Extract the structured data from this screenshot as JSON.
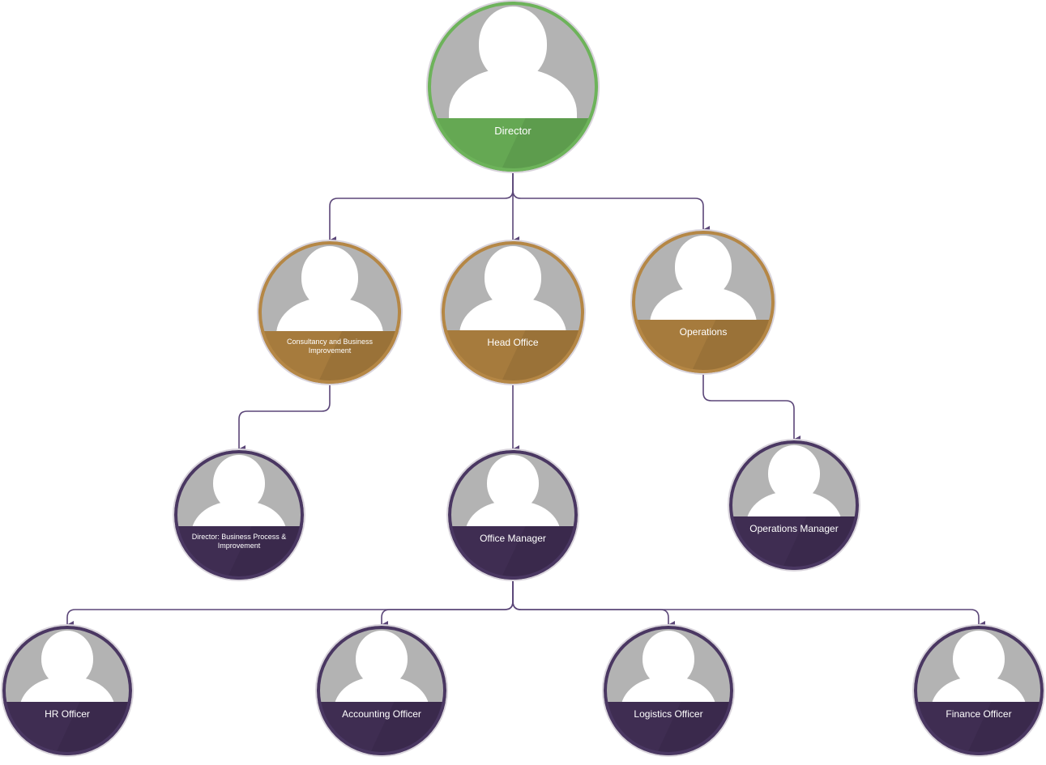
{
  "title": "Organization Chart",
  "colors": {
    "level1": "#65a853",
    "level2": "#a67b3d",
    "level3": "#3f2d52",
    "connector": "#5b4678"
  },
  "nodes": [
    {
      "id": "director",
      "label": "Director",
      "level": 1
    },
    {
      "id": "consultancy",
      "label": "Consultancy and Business Improvement",
      "level": 2
    },
    {
      "id": "head-office",
      "label": "Head Office",
      "level": 2
    },
    {
      "id": "operations",
      "label": "Operations",
      "level": 2
    },
    {
      "id": "director-bp",
      "label": "Director: Business Process & Improvement",
      "level": 3
    },
    {
      "id": "office-manager",
      "label": "Office Manager",
      "level": 3
    },
    {
      "id": "operations-manager",
      "label": "Operations Manager",
      "level": 3
    },
    {
      "id": "hr-officer",
      "label": "HR Officer",
      "level": 3
    },
    {
      "id": "accounting-officer",
      "label": "Accounting Officer",
      "level": 3
    },
    {
      "id": "logistics-officer",
      "label": "Logistics Officer",
      "level": 3
    },
    {
      "id": "finance-officer",
      "label": "Finance Officer",
      "level": 3
    }
  ],
  "links": [
    [
      "director",
      "consultancy"
    ],
    [
      "director",
      "head-office"
    ],
    [
      "director",
      "operations"
    ],
    [
      "consultancy",
      "director-bp"
    ],
    [
      "head-office",
      "office-manager"
    ],
    [
      "operations",
      "operations-manager"
    ],
    [
      "office-manager",
      "hr-officer"
    ],
    [
      "office-manager",
      "accounting-officer"
    ],
    [
      "office-manager",
      "logistics-officer"
    ],
    [
      "office-manager",
      "finance-officer"
    ]
  ]
}
